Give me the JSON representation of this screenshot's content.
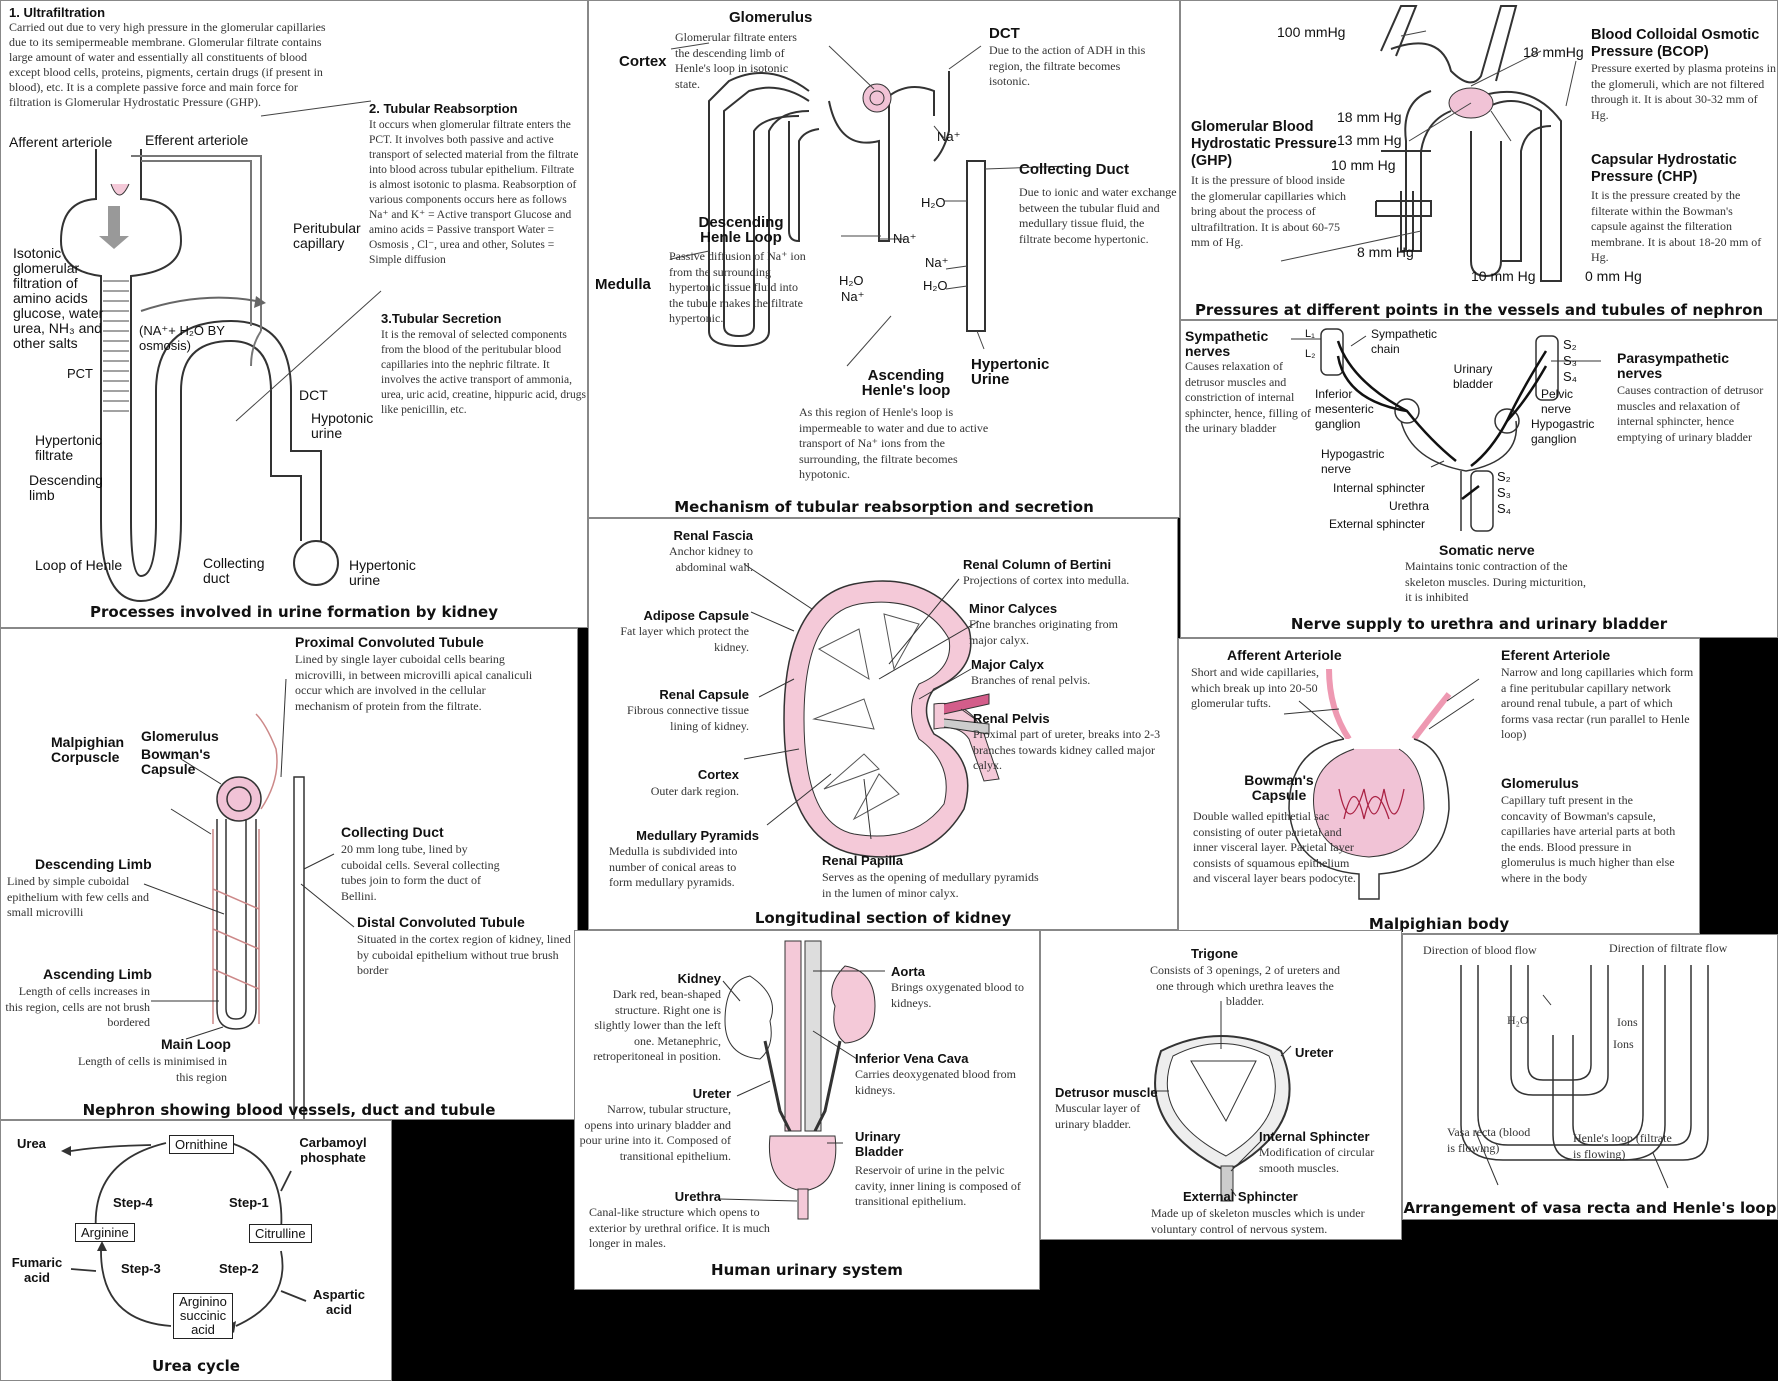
{
  "p1": {
    "caption": "Processes involved in urine formation by kidney",
    "uf_title": "1. Ultrafiltration",
    "uf_text": "Carried out due to very high pressure in the glomerular capillaries due to its semipermeable membrane. Glomerular filtrate contains large amount of water and essentially all constituents of blood except blood cells, proteins, pigments, certain drugs (if present in blood), etc. It is a complete passive force and main force for filtration is Glomerular Hydrostatic Pressure (GHP).",
    "tr_title": "2. Tubular Reabsorption",
    "tr_text": "It occurs when glomerular filtrate enters the PCT. It involves both passive and active transport of selected material from the filtrate into blood across tubular epithelium. Filtrate is almost isotonic to plasma. Reabsorption of various components occurs here as follows Na⁺ and K⁺ = Active transport Glucose and amino acids = Passive transport Water = Osmosis , Cl⁻, urea and other, Solutes = Simple diffusion",
    "ts_title": "3.Tubular Secretion",
    "ts_text": "It is the removal of selected components from the blood of the peritubular blood capillaries into the nephric filtrate. It involves the active transport of ammonia, urea, uric acid, creatine, hippuric acid, drugs like penicillin, etc.",
    "afferent": "Afferent arteriole",
    "efferent": "Efferent arteriole",
    "peritubular": "Peritubular capillary",
    "isotonic": "Isotonic glomerular filtration of amino acids glucose, water urea, NH₃ and other salts",
    "na_h2o": "(NA⁺+ H₂O BY osmosis)",
    "pct": "PCT",
    "dct": "DCT",
    "hypotonic_urine": "Hypotonic urine",
    "hypertonic_filtrate": "Hypertonic filtrate",
    "descending_limb": "Descending limb",
    "loop": "Loop of Henle",
    "collecting": "Collecting duct",
    "hypertonic_urine": "Hypertonic urine"
  },
  "p2": {
    "caption": "Mechanism of tubular reabsorption and secretion",
    "glomerulus": "Glomerulus",
    "cortex": "Cortex",
    "medulla": "Medulla",
    "glom_text": "Glomerular filtrate enters the descending limb of Henle's loop in isotonic state.",
    "dct": "DCT",
    "dct_text": "Due to the action of ADH in this region, the filtrate becomes isotonic.",
    "cd": "Collecting Duct",
    "cd_text": "Due to ionic and water exchange between the tubular fluid and medullary tissue fluid, the filtrate become hypertonic.",
    "desc": "Descending Henle Loop",
    "desc_text": "Passive diffusion of Na⁺ ion from the surrounding hypertonic tissue fluid into the tubule makes the filtrate hypertonic.",
    "asc": "Ascending Henle's loop",
    "asc_text": "As this region of Henle's loop is impermeable to water and due to active transport of Na⁺ ions from the surrounding, the filtrate becomes hypotonic.",
    "hyp_urine": "Hypertonic Urine",
    "na": "Na⁺",
    "h2o": "H₂O"
  },
  "p3": {
    "caption": "Pressures at different points in the vessels and tubules of nephron",
    "p100": "100 mmHg",
    "p18a": "18 mmHg",
    "p18b": "18 mm Hg",
    "p13": "13 mm Hg",
    "p10a": "10 mm Hg",
    "p8": "8 mm Hg",
    "p10b": "10 mm Hg",
    "p0": "0 mm Hg",
    "bcop": "Blood Colloidal Osmotic Pressure (BCOP)",
    "bcop_text": "Pressure exerted by plasma proteins in the glomeruli, which are not filtered through it. It is about 30-32 mm of Hg.",
    "ghp": "Glomerular Blood Hydrostatic Pressure (GHP)",
    "ghp_text": "It is the pressure of blood inside the glomerular capillaries which bring about the process of ultrafiltration. It is about 60-75 mm of Hg.",
    "chp": "Capsular Hydrostatic Pressure (CHP)",
    "chp_text": "It is the pressure created by the filterate within the Bowman's capsule against the filteration membrane. It is about 18-20 mm of Hg."
  },
  "p4": {
    "caption": "Nerve supply to urethra and urinary bladder",
    "symp": "Sympathetic nerves",
    "symp_text": "Causes relaxation of detrusor muscles and constriction of internal sphincter, hence, filling of the urinary bladder",
    "symp_chain": "Sympathetic chain",
    "para": "Parasympathetic nerves",
    "para_text": "Causes contraction of detrusor muscles and relaxation of internal sphincter, hence emptying of urinary bladder",
    "ub": "Urinary bladder",
    "ims": "Inferior mesenteric ganglion",
    "pelvic": "Pelvic nerve",
    "hypog_g": "Hypogastric ganglion",
    "hypog_n": "Hypogastric nerve",
    "internal": "Internal sphincter",
    "urethra": "Urethra",
    "external": "External sphincter",
    "somatic": "Somatic nerve",
    "somatic_text": "Maintains tonic contraction of the skeleton muscles. During micturition, it is inhibited",
    "l1": "L₁",
    "l2": "L₂",
    "s2": "S₂",
    "s3": "S₃",
    "s4": "S₄"
  },
  "p5": {
    "caption": "Nephron showing blood vessels, duct and tubule",
    "pct": "Proximal Convoluted Tubule",
    "pct_text": "Lined by single layer cuboidal cells bearing microvilli, in between microvilli apical canaliculi occur which are involved in the cellular mechanism of protein from the filtrate.",
    "malpighian": "Malpighian Corpuscle",
    "glomerulus": "Glomerulus",
    "bowman": "Bowman's Capsule",
    "cd": "Collecting Duct",
    "cd_text": "20 mm long tube, lined by cuboidal cells. Several collecting tubes join to form the duct of Bellini.",
    "desc": "Descending Limb",
    "desc_text": "Lined by simple cuboidal epithelium with few cells and small microvilli",
    "dct": "Distal Convoluted Tubule",
    "dct_text": "Situated in the cortex region of kidney, lined by cuboidal epithelium without true brush border",
    "asc": "Ascending Limb",
    "asc_text": "Length of cells increases in this region, cells are not brush bordered",
    "main": "Main Loop",
    "main_text": "Length of cells is minimised in this region"
  },
  "p6": {
    "caption": "Longitudinal section of kidney",
    "fascia": "Renal Fascia",
    "fascia_text": "Anchor kidney to abdominal wall.",
    "adipose": "Adipose Capsule",
    "adipose_text": "Fat layer which protect the kidney.",
    "capsule": "Renal Capsule",
    "capsule_text": "Fibrous connective tissue lining of kidney.",
    "cortex": "Cortex",
    "cortex_text": "Outer dark region.",
    "pyramids": "Medullary Pyramids",
    "pyramids_text": "Medulla is subdivided into number of conical areas to form medullary pyramids.",
    "papilla": "Renal Papilla",
    "papilla_text": "Serves as the opening of medullary pyramids in the lumen of minor calyx.",
    "column": "Renal Column of Bertini",
    "column_text": "Projections of cortex into medulla.",
    "minor": "Minor Calyces",
    "minor_text": "Fine branches originating from major calyx.",
    "major": "Major Calyx",
    "major_text": "Branches of renal pelvis.",
    "pelvis": "Renal Pelvis",
    "pelvis_text": "Proximal part of ureter, breaks into 2-3 branches towards kidney called major calyx."
  },
  "p7": {
    "caption": "Malpighian body",
    "aff": "Afferent Arteriole",
    "aff_text": "Short and wide capillaries, which break up into 20-50 glomerular tufts.",
    "eff": "Eferent Arteriole",
    "eff_text": "Narrow and long capillaries which form a fine peritubular capillary network around renal tubule, a part of which forms vasa rectar (run parallel to Henle loop)",
    "bow": "Bowman's Capsule",
    "bow_text": "Double walled epithetial sac consisting of outer parietal and inner visceral layer. Parietal layer consists of squamous epithelium and visceral layer bears podocyte.",
    "glom": "Glomerulus",
    "glom_text": "Capillary tuft present in the concavity of Bowman's capsule, capillaries have arterial parts at both the ends. Blood pressure in glomerulus is much higher than else where in the body"
  },
  "p8": {
    "caption": "Urea cycle",
    "urea": "Urea",
    "ornithine": "Ornithine",
    "carbamoyl": "Carbamoyl phosphate",
    "step4": "Step-4",
    "step1": "Step-1",
    "arginine": "Arginine",
    "citrulline": "Citrulline",
    "fumaric": "Fumaric acid",
    "step3": "Step-3",
    "step2": "Step-2",
    "aspartic": "Aspartic acid",
    "argsucc": "Arginino succinic acid"
  },
  "p9": {
    "caption": "Human urinary system",
    "kidney": "Kidney",
    "kidney_text": "Dark red, bean-shaped structure. Right one is slightly lower than the left one. Metanephric, retroperitoneal in position.",
    "aorta": "Aorta",
    "aorta_text": "Brings oxygenated blood to kidneys.",
    "ivc": "Inferior Vena Cava",
    "ivc_text": "Carries deoxygenated blood from kidneys.",
    "ureter": "Ureter",
    "ureter_text": "Narrow, tubular structure, opens into urinary bladder and pour urine into it. Composed of transitional epithelium.",
    "bladder": "Urinary Bladder",
    "bladder_text": "Reservoir of urine in the pelvic cavity, inner lining is composed of transitional epithelium.",
    "urethra": "Urethra",
    "urethra_text": "Canal-like structure which opens to exterior by urethral orifice. It is much longer in males."
  },
  "p10": {
    "trigone": "Trigone",
    "trigone_text": "Consists of 3 openings, 2 of ureters and one through which urethra leaves the bladder.",
    "ureter": "Ureter",
    "detrusor": "Detrusor muscle",
    "detrusor_text": "Muscular layer of urinary bladder.",
    "internal": "Internal Sphincter",
    "internal_text": "Modification of circular smooth muscles.",
    "external": "External Sphincter",
    "external_text": "Made up of skeleton muscles which is under voluntary control of nervous system."
  },
  "p11": {
    "caption": "Arrangement of vasa recta and Henle's loop",
    "blood": "Direction of blood flow",
    "filtrate": "Direction of filtrate flow",
    "h2o": "H₂O",
    "ions1": "Ions",
    "ions2": "Ions",
    "vasa": "Vasa recta (blood is flowing)",
    "henle": "Henle's loop (filtrate is flowing)"
  }
}
